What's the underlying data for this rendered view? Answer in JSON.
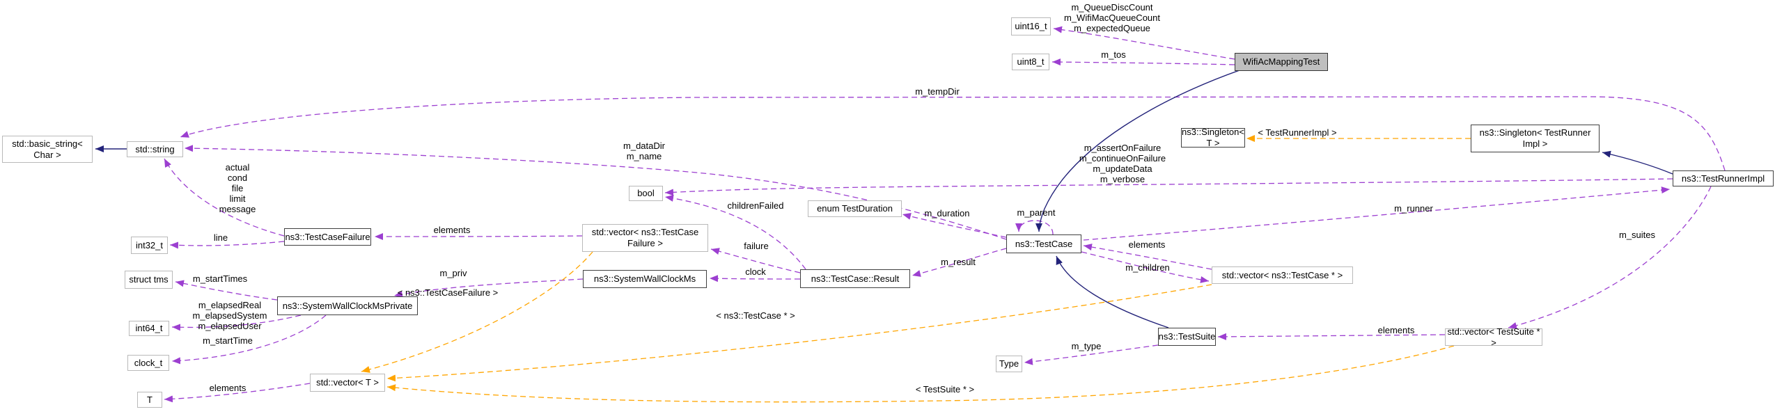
{
  "diagram": {
    "kind": "doxygen-collaboration-graph",
    "main_class": "WifiAcMappingTest",
    "colors": {
      "member_edge": "#9c3fd0",
      "template_edge": "#ffa500",
      "inheritance_edge": "#23237a",
      "main_node_fill": "#bfbfbf",
      "node_fill": "#ffffff",
      "class_border": "#404040",
      "plain_border": "#b9b9b9",
      "text": "#000000"
    }
  },
  "nodes": {
    "uint16": "uint16_t",
    "uint8": "uint8_t",
    "wifi_ac_mapping_test": "WifiAcMappingTest",
    "basic_string": "std::basic_string<\nChar >",
    "string": "std::string",
    "singleton_t": "ns3::Singleton< T >",
    "singleton_tri": "ns3::Singleton< TestRunner\nImpl >",
    "test_runner_impl": "ns3::TestRunnerImpl",
    "bool": "bool",
    "enum_test_duration": "enum TestDuration",
    "test_case": "ns3::TestCase",
    "int32": "int32_t",
    "test_case_failure": "ns3::TestCaseFailure",
    "vector_test_case_failure": "std::vector< ns3::TestCase\nFailure >",
    "struct_tms": "struct tms",
    "system_wall_clock_ms": "ns3::SystemWallClockMs",
    "test_case_result": "ns3::TestCase::Result",
    "vector_test_case_ptr": "std::vector< ns3::TestCase * >",
    "system_wall_clock_ms_private": "ns3::SystemWallClockMsPrivate",
    "int64": "int64_t",
    "clock_t": "clock_t",
    "test_suite": "ns3::TestSuite",
    "type": "Type",
    "vector_test_suite_ptr": "std::vector< TestSuite * >",
    "vector_t": "std::vector< T >",
    "t": "T"
  },
  "labels": {
    "queue_fields": "m_QueueDiscCount\nm_WifiMacQueueCount\nm_expectedQueue",
    "tos": "m_tos",
    "temp_dir": "m_tempDir",
    "data_dir_name": "m_dataDir\nm_name",
    "failure_fields": "actual\ncond\nfile\nlimit\nmessage",
    "runner_flags": "m_assertOnFailure\nm_continueOnFailure\nm_updateData\nm_verbose",
    "tmpl_test_runner_impl": "< TestRunnerImpl >",
    "children_failed": "childrenFailed",
    "duration": "m_duration",
    "parent": "m_parent",
    "runner": "m_runner",
    "line": "line",
    "elements_failures": "elements",
    "failure": "failure",
    "result": "m_result",
    "elements_test_cases": "elements",
    "suites": "m_suites",
    "start_times": "m_startTimes",
    "clock": "clock",
    "children": "m_children",
    "priv": "m_priv",
    "tmpl_test_case_failure": "< ns3::TestCaseFailure >",
    "elapsed_fields": "m_elapsedReal\nm_elapsedSystem\nm_elapsedUser",
    "start_time": "m_startTime",
    "tmpl_test_case_ptr": "< ns3::TestCase * >",
    "type": "m_type",
    "elements_test_suites": "elements",
    "elements_t": "elements",
    "tmpl_test_suite_ptr": "< TestSuite * >"
  }
}
